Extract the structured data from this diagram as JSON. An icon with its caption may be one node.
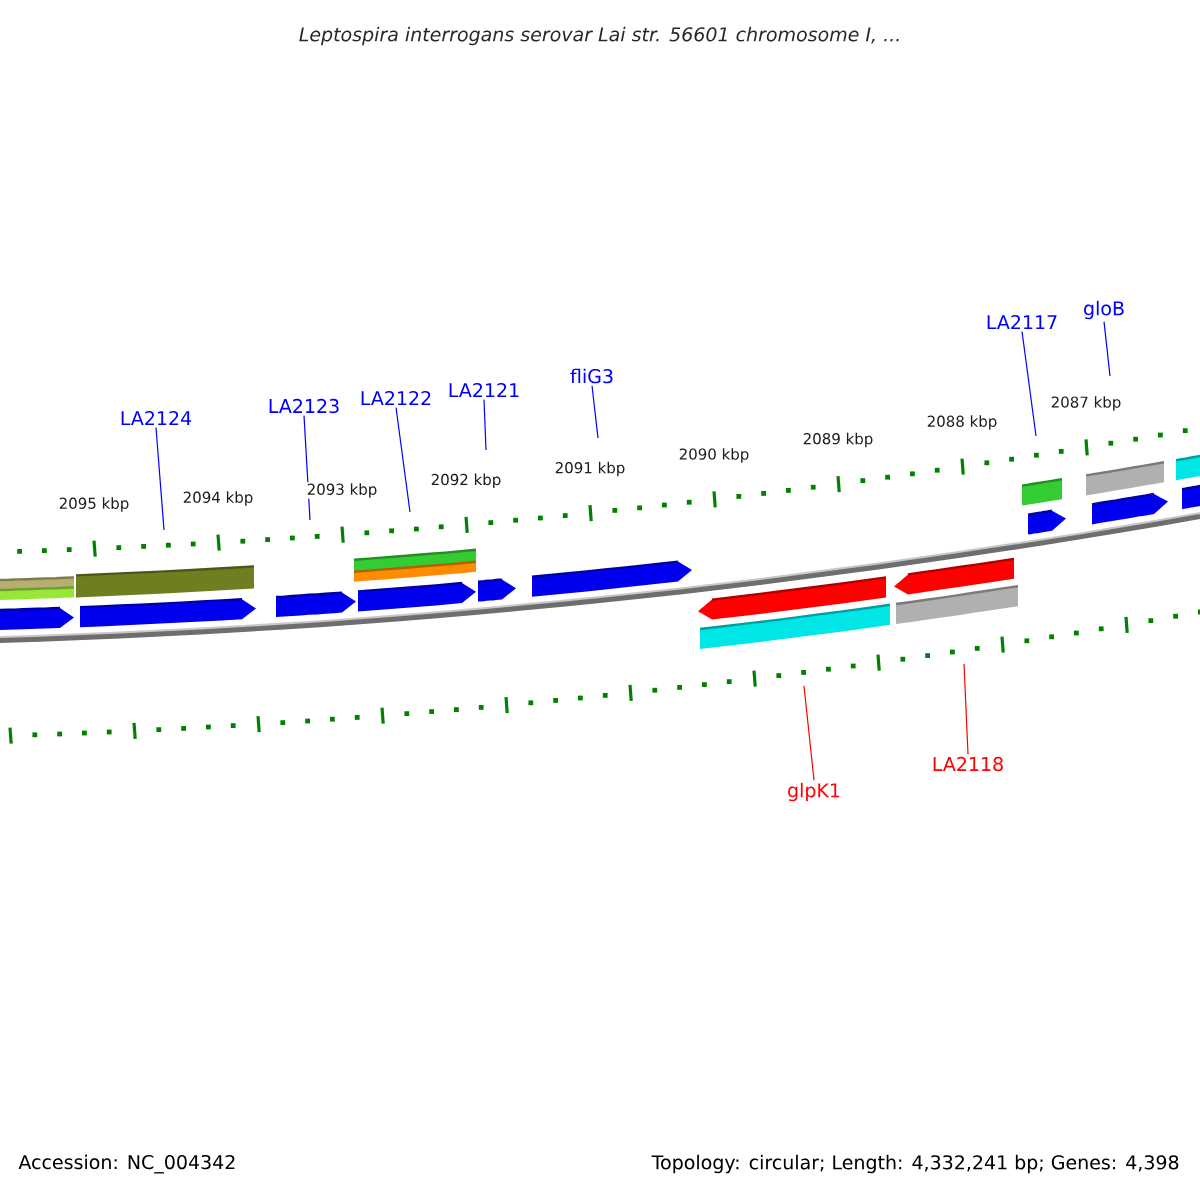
{
  "diagram": {
    "title": "Leptospira interrogans serovar Lai str. 56601 chromosome I, ...",
    "nodes": [
      {
        "text": [
          "LA2124"
        ]
      },
      {
        "text": [
          "LA2123"
        ]
      },
      {
        "text": [
          "LA2122"
        ]
      },
      {
        "text": [
          "LA2121"
        ]
      },
      {
        "text": [
          "fliG3"
        ]
      },
      {
        "text": [
          "LA2117"
        ]
      },
      {
        "text": [
          "gloB"
        ]
      },
      {
        "text": [
          "glpK1"
        ]
      },
      {
        "text": [
          "LA2118"
        ]
      }
    ],
    "edges": [
      {
        "from": 0,
        "to": null,
        "arrow": "none"
      },
      {
        "from": 1,
        "to": null,
        "arrow": "none"
      },
      {
        "from": 2,
        "to": null,
        "arrow": "none"
      },
      {
        "from": 3,
        "to": null,
        "arrow": "none"
      },
      {
        "from": 4,
        "to": null,
        "arrow": "none"
      },
      {
        "from": 5,
        "to": null,
        "arrow": "none"
      },
      {
        "from": 6,
        "to": null,
        "arrow": "none"
      },
      {
        "from": 7,
        "to": null,
        "arrow": "none",
        "color": "#ff0000"
      },
      {
        "from": 8,
        "to": null,
        "arrow": "none",
        "color": "#ff0000"
      }
    ],
    "labels": [
      "2095 kbp",
      "2094 kbp",
      "2093 kbp",
      "2092 kbp",
      "2091 kbp",
      "2090 kbp",
      "2089 kbp",
      "2088 kbp",
      "2087 kbp",
      "Accession: NC_004342",
      "Topology: circular; Length: 4,332,241 bp; Genes: 4,398"
    ]
  }
}
